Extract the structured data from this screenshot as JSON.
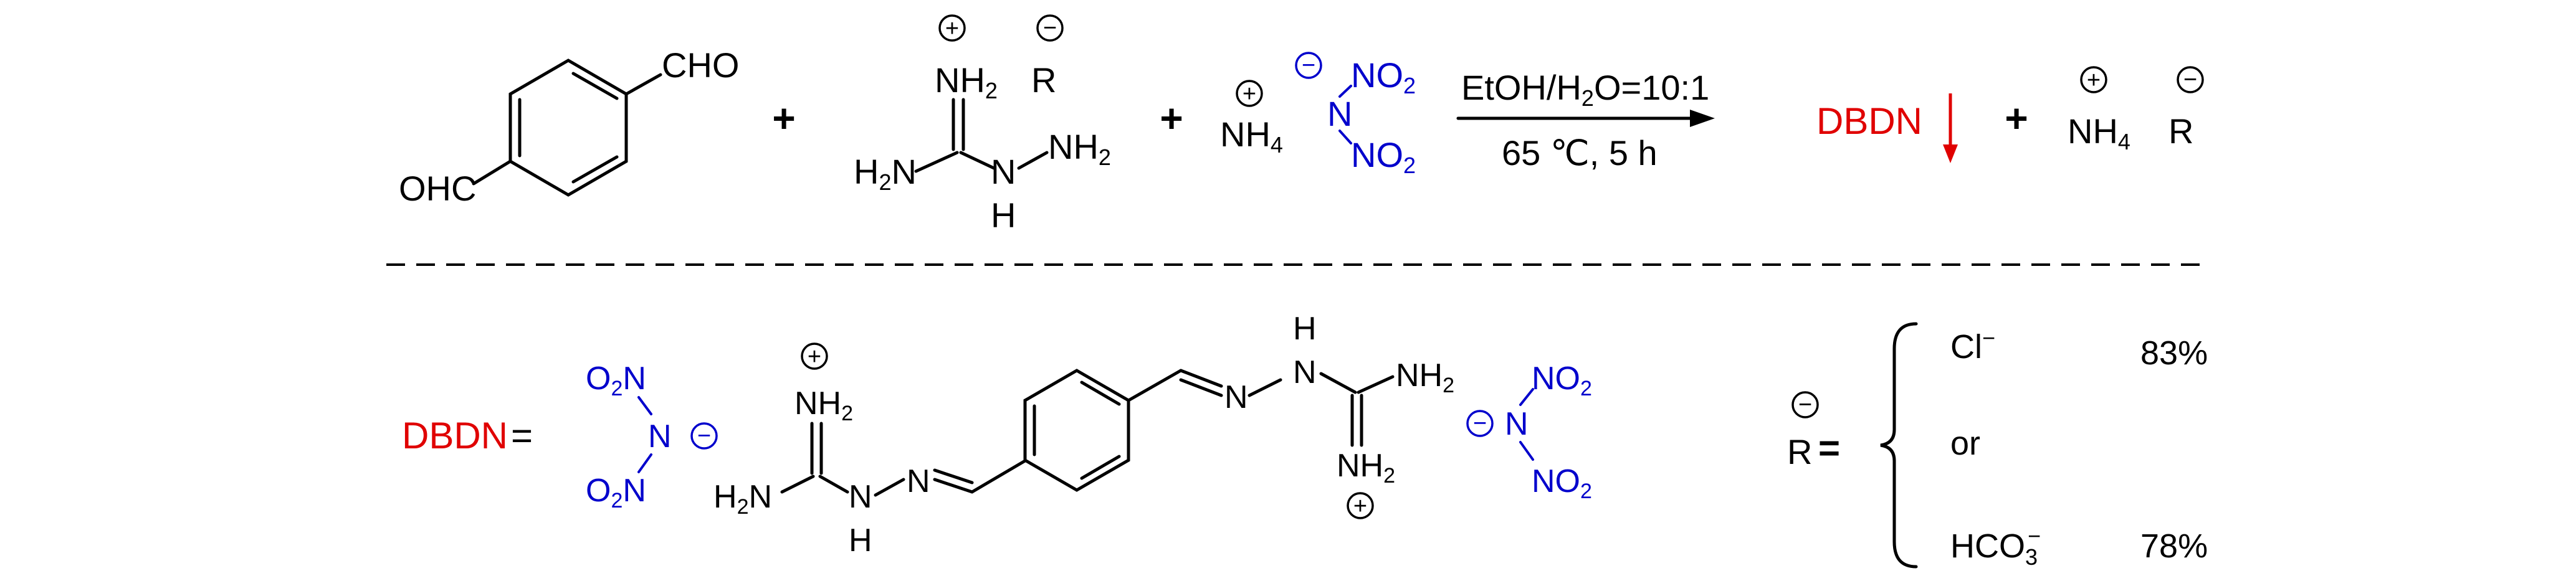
{
  "scheme": {
    "reactant_aldehyde": {
      "cho": "CHO",
      "ohc": "OHC"
    },
    "plus": "+",
    "aminoguanidine": {
      "nh2_top": "NH",
      "nh2_top_sub": "2",
      "nh2_left": "H",
      "nh2_left_sub": "2",
      "nh2_left_N": "N",
      "nh_N": "N",
      "nh_H": "H",
      "nh2_right": "NH",
      "nh2_right_sub": "2",
      "r_label": "R",
      "plus_charge": "+",
      "minus_charge": "−"
    },
    "ammonium_dinitramide": {
      "nh4": "NH",
      "nh4_sub": "4",
      "n": "N",
      "no2_top": "NO",
      "no2_top_sub": "2",
      "no2_bottom": "NO",
      "no2_bottom_sub": "2"
    },
    "conditions": {
      "line1_pre": "EtOH/H",
      "line1_sub": "2",
      "line1_post": "O=10:1",
      "line2": "65 ℃, 5 h"
    },
    "products": {
      "dbdn": "DBDN",
      "nh4": "NH",
      "nh4_sub": "4",
      "r": "R"
    },
    "definition": {
      "dbdn_label": "DBDN",
      "equals": "=",
      "left_anion": {
        "o2n_top": "O",
        "o2n_top_sub": "2",
        "o2n_top_N": "N",
        "n": "N",
        "o2n_bot": "O",
        "o2n_bot_sub": "2",
        "o2n_bot_N": "N"
      },
      "left_cation": {
        "nh2_top": "NH",
        "nh2_top_sub": "2",
        "h2n": "H",
        "h2n_sub": "2",
        "h2n_N": "N",
        "nh_N": "N",
        "nh_H": "H",
        "n_eq": "N"
      },
      "right_cation": {
        "n_eq": "N",
        "nh_N": "N",
        "nh_H": "H",
        "nh2_right": "NH",
        "nh2_right_sub": "2",
        "nh2_bottom": "NH",
        "nh2_bottom_sub": "2"
      },
      "right_anion": {
        "n": "N",
        "no2_top": "NO",
        "no2_top_sub": "2",
        "no2_bot": "NO",
        "no2_bot_sub": "2"
      }
    },
    "r_definition": {
      "r": "R",
      "equals": "=",
      "options": [
        {
          "label": "Cl",
          "sup": "−",
          "sub": "",
          "yield": "83%"
        },
        {
          "label": "or",
          "sup": "",
          "sub": "",
          "yield": ""
        },
        {
          "label": "HCO",
          "sup": "−",
          "sub": "3",
          "yield": "78%"
        }
      ]
    }
  }
}
